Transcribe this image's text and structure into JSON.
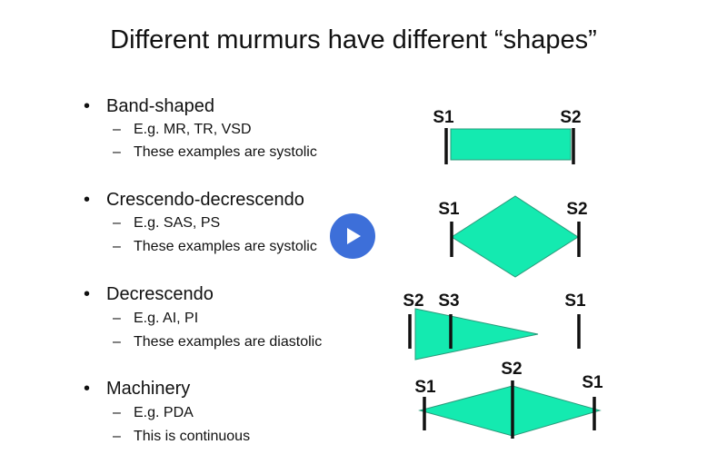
{
  "title": "Different murmurs have different “shapes”",
  "bullet_char": "•",
  "dash_char": "–",
  "sections": [
    {
      "heading": "Band-shaped",
      "items": [
        "E.g. MR, TR, VSD",
        "These examples are systolic"
      ]
    },
    {
      "heading": "Crescendo-decrescendo",
      "items": [
        "E.g. SAS, PS",
        "These examples are systolic"
      ]
    },
    {
      "heading": "Decrescendo",
      "items": [
        "E.g. AI, PI",
        "These examples are diastolic"
      ]
    },
    {
      "heading": "Machinery",
      "items": [
        "E.g. PDA",
        "This is continuous"
      ]
    }
  ],
  "diagrams": {
    "band": {
      "left": "S1",
      "right": "S2"
    },
    "crescendo": {
      "left": "S1",
      "right": "S2"
    },
    "decrescendo": {
      "first": "S2",
      "second": "S3",
      "right": "S1"
    },
    "machinery": {
      "left": "S1",
      "middle": "S2",
      "right": "S1"
    }
  },
  "colors": {
    "murmur_fill": "#14eab0",
    "play_button": "#3d6fd9"
  },
  "play_icon": "play-icon"
}
